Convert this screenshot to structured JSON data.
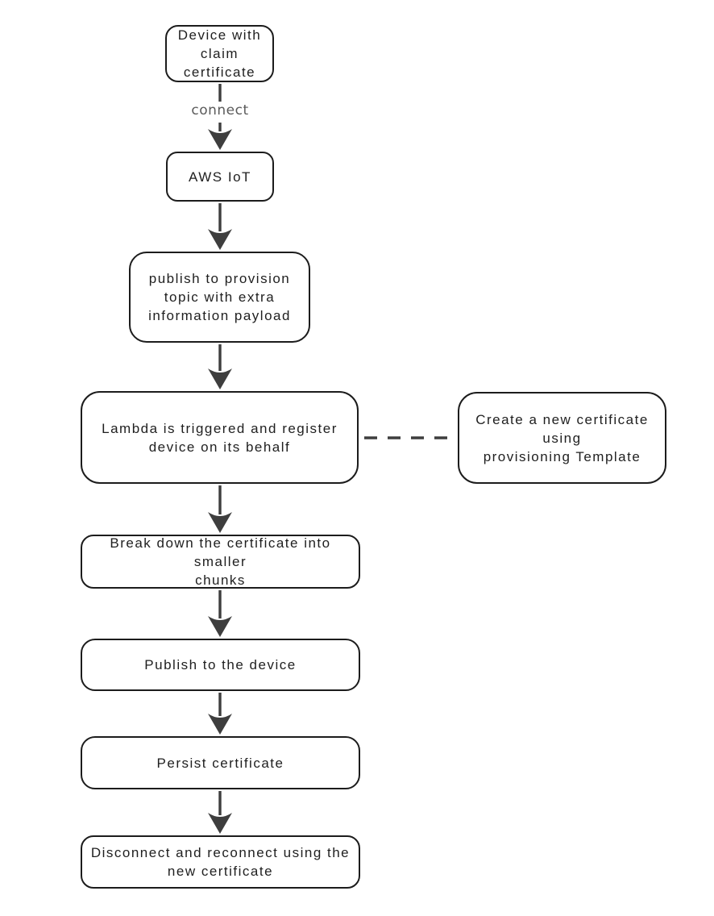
{
  "diagram": {
    "type": "flowchart",
    "nodes": {
      "device": {
        "label": "Device with\nclaim\ncertificate"
      },
      "aws_iot": {
        "label": "AWS IoT"
      },
      "publish_topic": {
        "label": "publish to provision\ntopic with extra\ninformation payload"
      },
      "lambda": {
        "label": "Lambda is triggered and register\ndevice on its behalf"
      },
      "create_certificate": {
        "label": "Create a new certificate\nusing\nprovisioning Template"
      },
      "break_down": {
        "label": "Break down the certificate into smaller\nchunks"
      },
      "publish_device": {
        "label": "Publish to the device"
      },
      "persist": {
        "label": "Persist certificate"
      },
      "disconnect": {
        "label": "Disconnect and reconnect using the\nnew certificate"
      }
    },
    "edges": [
      {
        "from": "device",
        "to": "aws_iot",
        "label": "connect",
        "style": "solid-arrow"
      },
      {
        "from": "aws_iot",
        "to": "publish_topic",
        "label": "",
        "style": "solid-arrow"
      },
      {
        "from": "publish_topic",
        "to": "lambda",
        "label": "",
        "style": "solid-arrow"
      },
      {
        "from": "lambda",
        "to": "create_certificate",
        "label": "",
        "style": "dashed-line"
      },
      {
        "from": "lambda",
        "to": "break_down",
        "label": "",
        "style": "solid-arrow"
      },
      {
        "from": "break_down",
        "to": "publish_device",
        "label": "",
        "style": "solid-arrow"
      },
      {
        "from": "publish_device",
        "to": "persist",
        "label": "",
        "style": "solid-arrow"
      },
      {
        "from": "persist",
        "to": "disconnect",
        "label": "",
        "style": "solid-arrow"
      }
    ],
    "colors": {
      "background": "#ffffff",
      "node_border": "#1c1c1c",
      "node_fill": "#ffffff",
      "node_text": "#1f1f1f",
      "arrow": "#3e3e3e",
      "edge_label": "#5a5a5a"
    }
  }
}
